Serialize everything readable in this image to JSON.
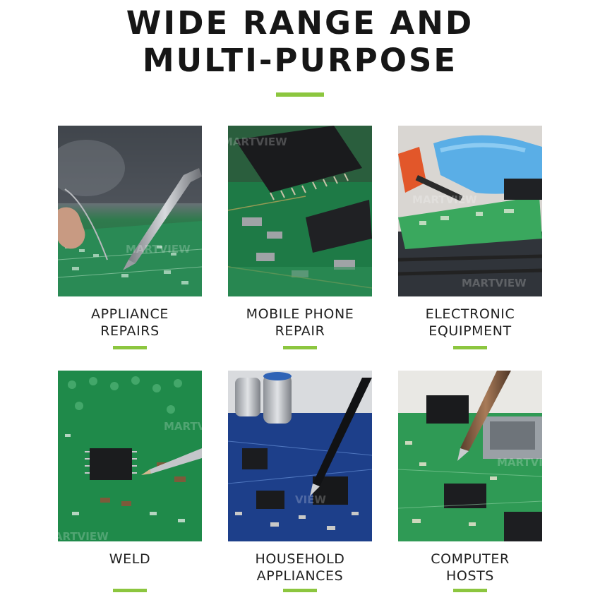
{
  "headline": {
    "line1": "WIDE RANGE AND",
    "line2": "MULTI-PURPOSE"
  },
  "colors": {
    "accent": "#8cc63f",
    "text": "#161616",
    "background": "#ffffff"
  },
  "tiles": [
    {
      "line1": "APPLIANCE",
      "line2": "REPAIRS"
    },
    {
      "line1": "MOBILE PHONE",
      "line2": "REPAIR"
    },
    {
      "line1": "ELECTRONIC",
      "line2": "EQUIPMENT"
    },
    {
      "line1": "WELD",
      "line2": ""
    },
    {
      "line1": "HOUSEHOLD",
      "line2": "APPLIANCES"
    },
    {
      "line1": "COMPUTER",
      "line2": "HOSTS"
    }
  ]
}
